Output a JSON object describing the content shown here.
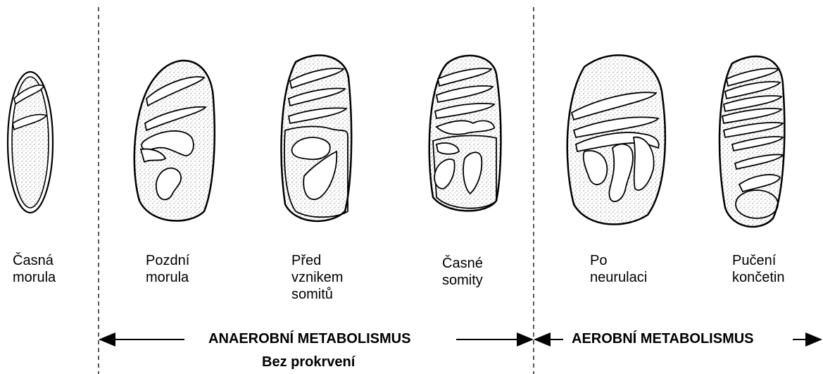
{
  "stages": [
    {
      "lines": [
        "Časná",
        "morula"
      ]
    },
    {
      "lines": [
        "Pozdní",
        "morula"
      ]
    },
    {
      "lines": [
        "Před",
        "vznikem",
        "somitů"
      ]
    },
    {
      "lines": [
        "Časné",
        "somity"
      ]
    },
    {
      "lines": [
        "Po",
        "neurulaci"
      ]
    },
    {
      "lines": [
        "Pučení",
        "končetin"
      ]
    }
  ],
  "bands": {
    "anaerobic": "ANAEROBNÍ METABOLISMUS",
    "no_blood": "Bez prokrvení",
    "aerobic": "AEROBNÍ METABOLISMUS"
  }
}
